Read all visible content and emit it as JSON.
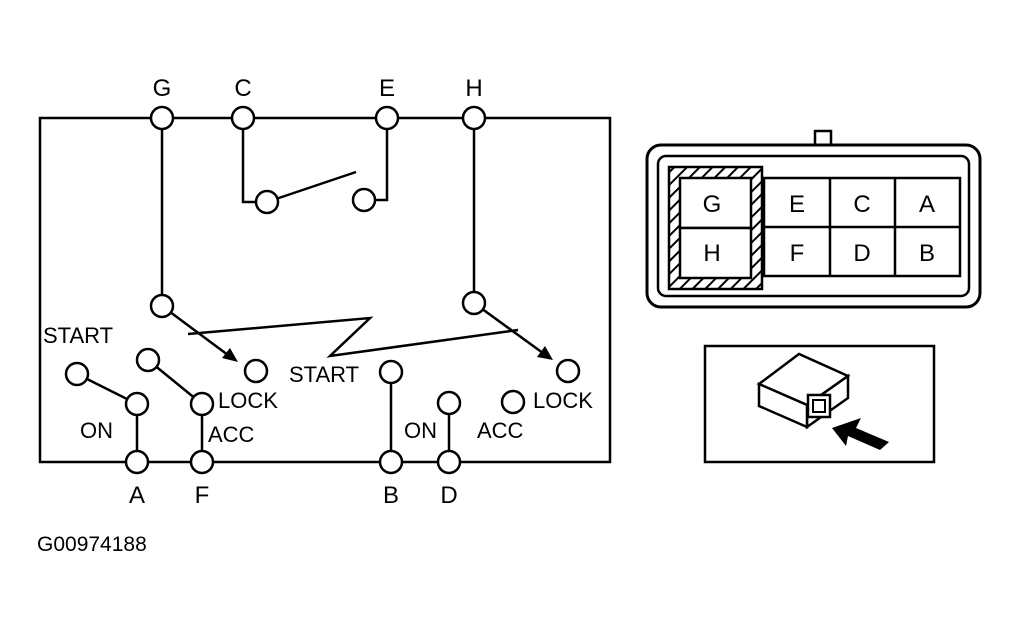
{
  "diagram": {
    "top_terminals": {
      "g": "G",
      "c": "C",
      "e": "E",
      "h": "H"
    },
    "bottom_terminals": {
      "a": "A",
      "f": "F",
      "b": "B",
      "d": "D"
    },
    "left_switch": {
      "start": "START",
      "on": "ON",
      "lock": "LOCK",
      "acc": "ACC"
    },
    "right_switch": {
      "start": "START",
      "on": "ON",
      "lock": "LOCK",
      "acc": "ACC"
    },
    "figure_code": "G00974188"
  },
  "connector": {
    "pins_row1": [
      "G",
      "E",
      "C",
      "A"
    ],
    "pins_row2": [
      "H",
      "F",
      "D",
      "B"
    ]
  },
  "colors": {
    "line": "#000000",
    "background": "#ffffff"
  }
}
